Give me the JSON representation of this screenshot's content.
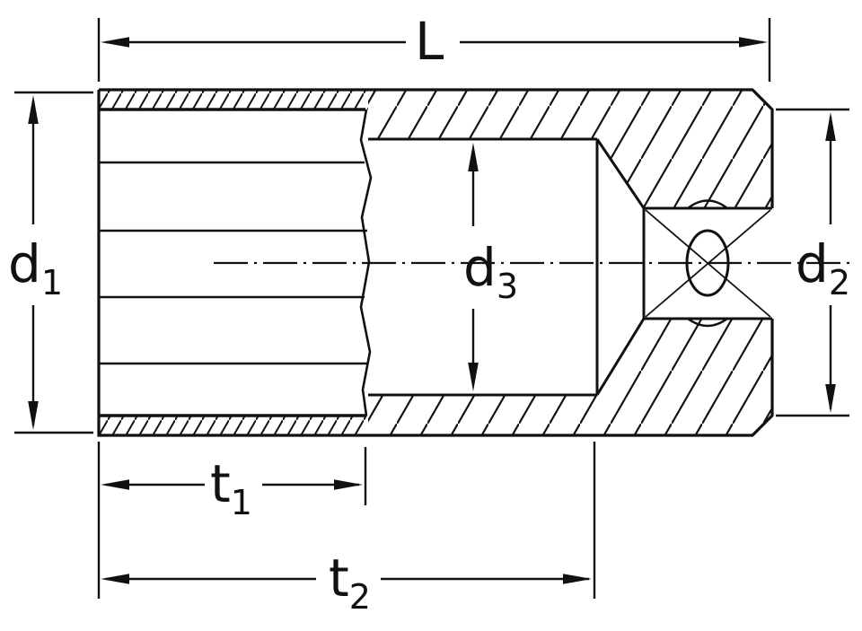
{
  "figure": {
    "background": "#ffffff",
    "line_color": "#111111"
  },
  "dimensions": {
    "length": {
      "main": "L",
      "sub": ""
    },
    "d1": {
      "main": "d",
      "sub": "1"
    },
    "d2": {
      "main": "d",
      "sub": "2"
    },
    "d3": {
      "main": "d",
      "sub": "3"
    },
    "t1": {
      "main": "t",
      "sub": "1"
    },
    "t2": {
      "main": "t",
      "sub": "2"
    }
  }
}
